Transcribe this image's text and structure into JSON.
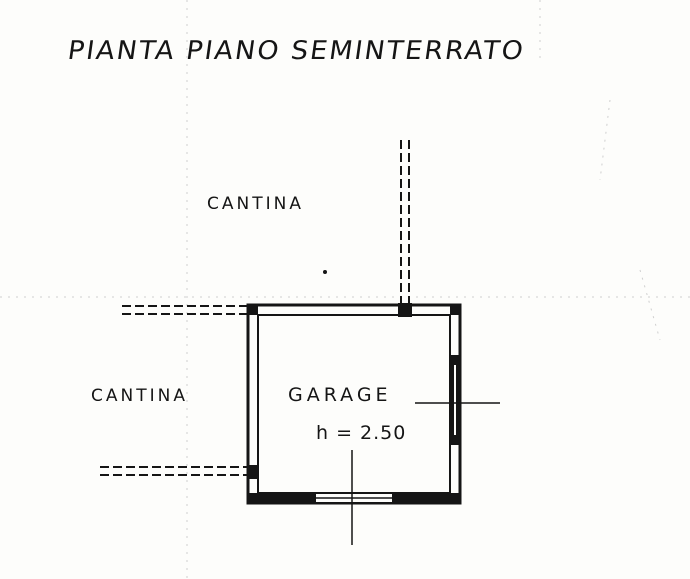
{
  "plan": {
    "title": "PIANTA  PIANO SEMINTERRATO",
    "rooms": {
      "cantina_top": "CANTINA",
      "cantina_left": "CANTINA",
      "garage": "GARAGE",
      "garage_height": "h = 2.50"
    }
  },
  "colors": {
    "ink": "#151515",
    "paper": "#fdfdfb",
    "faint": "#c8c8c8"
  }
}
